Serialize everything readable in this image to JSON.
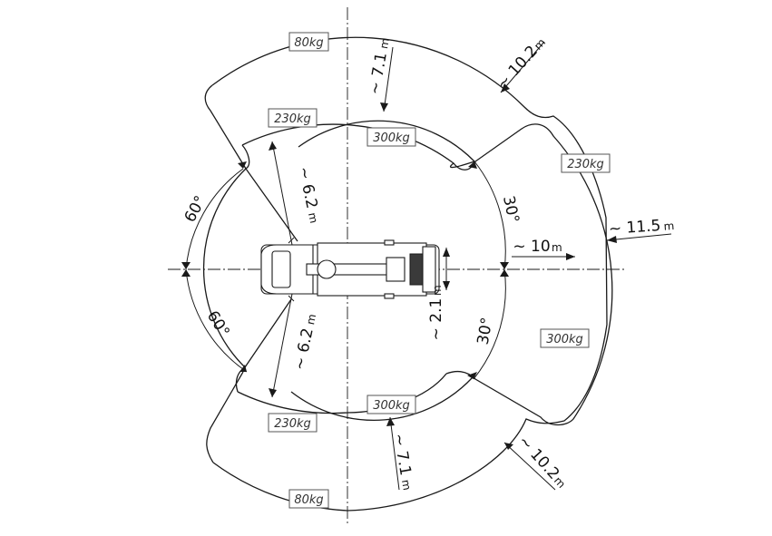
{
  "colors": {
    "line": "#1a1a1a",
    "label_border": "#555555",
    "background": "#ffffff"
  },
  "load_labels": {
    "top_80": "80kg",
    "top_230": "230kg",
    "top_300": "300kg",
    "right_230": "230kg",
    "right_300": "300kg",
    "bottom_300": "300kg",
    "bottom_230": "230kg",
    "bottom_80": "80kg"
  },
  "dimensions": {
    "top_7_1": {
      "value": "~ 7.1",
      "unit": "m"
    },
    "top_10_2": {
      "value": "~ 10.2",
      "unit": "m"
    },
    "top_left_6_2": {
      "value": "~ 6.2",
      "unit": "m"
    },
    "right_11_5": {
      "value": "~ 11.5",
      "unit": "m"
    },
    "right_10": {
      "value": "~ 10",
      "unit": "m"
    },
    "width_2_1": {
      "value": "~ 2.1",
      "unit": "m"
    },
    "bottom_left_6_2": {
      "value": "~ 6.2",
      "unit": "m"
    },
    "bottom_7_1": {
      "value": "~ 7.1",
      "unit": "m"
    },
    "bottom_10_2": {
      "value": "~ 10.2",
      "unit": "m"
    }
  },
  "angles": {
    "left_top": "60°",
    "left_bottom": "60°",
    "right_top": "30°",
    "right_bottom": "30°"
  },
  "icons": [
    "truck-top-view-icon"
  ]
}
